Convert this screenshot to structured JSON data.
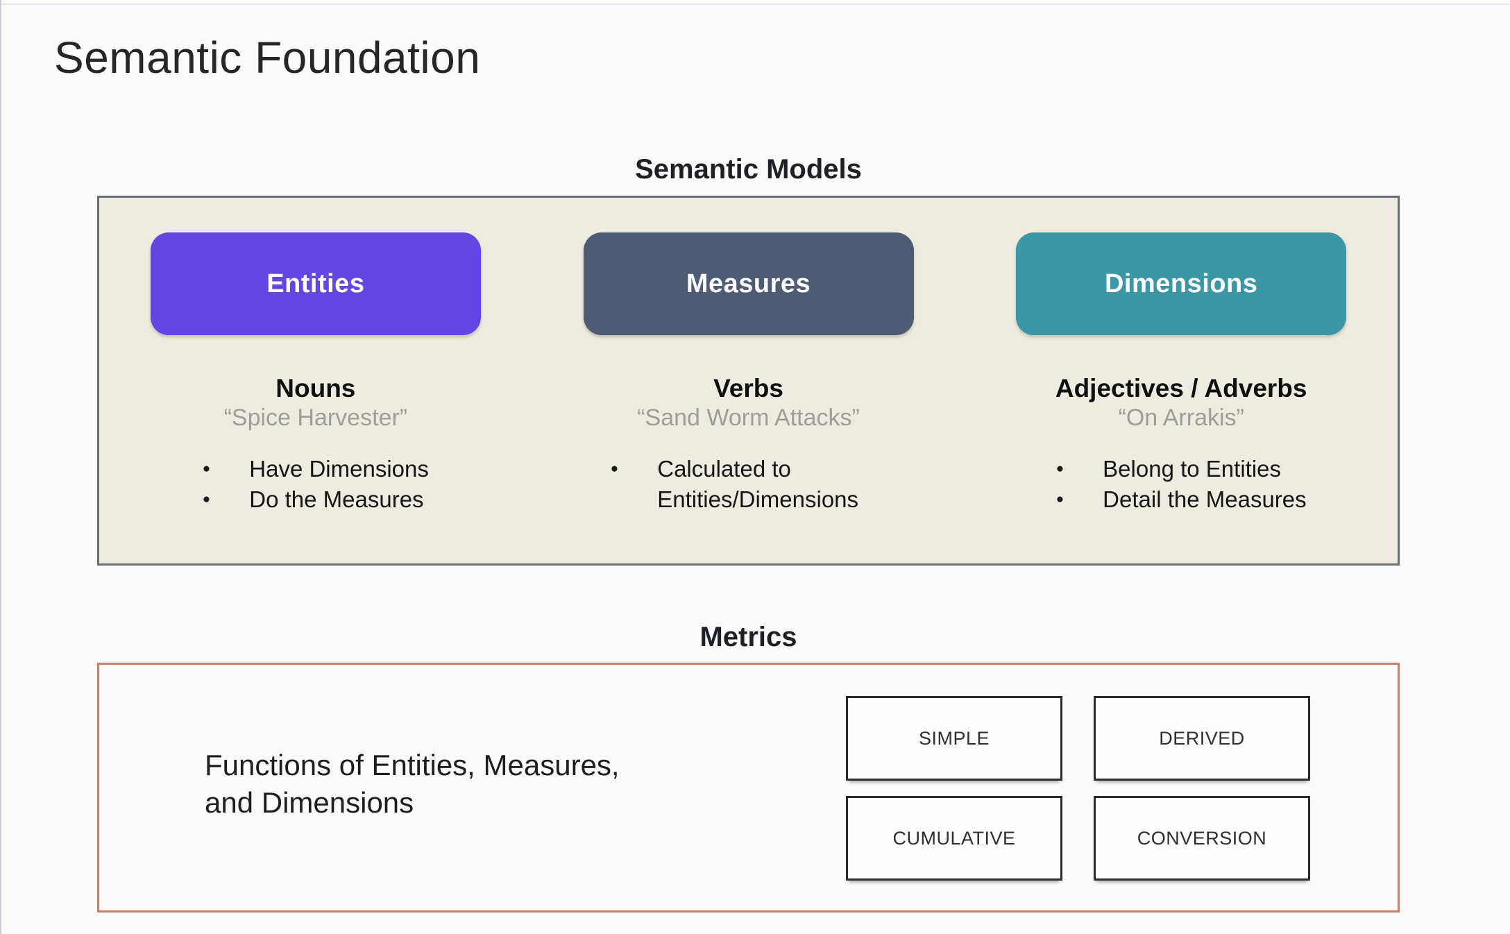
{
  "page": {
    "title": "Semantic Foundation"
  },
  "semantic_models": {
    "heading": "Semantic Models",
    "box_background": "#eeecdf",
    "box_border_color": "#666c74",
    "columns": [
      {
        "pill": "Entities",
        "pill_color": "#6446e4",
        "word_type": "Nouns",
        "quote": "“Spice Harvester”",
        "bullets": [
          "Have Dimensions",
          "Do the Measures"
        ]
      },
      {
        "pill": "Measures",
        "pill_color": "#4d5b73",
        "word_type": "Verbs",
        "quote": "“Sand Worm Attacks”",
        "bullets": [
          "Calculated to Entities/Dimensions"
        ]
      },
      {
        "pill": "Dimensions",
        "pill_color": "#3b96a5",
        "word_type": "Adjectives / Adverbs",
        "quote": "“On Arrakis”",
        "bullets": [
          "Belong to Entities",
          "Detail the Measures"
        ]
      }
    ]
  },
  "metrics": {
    "heading": "Metrics",
    "box_border_color": "#c8816b",
    "description": "Functions of Entities, Measures,\nand Dimensions",
    "types": [
      "SIMPLE",
      "DERIVED",
      "CUMULATIVE",
      "CONVERSION"
    ]
  }
}
